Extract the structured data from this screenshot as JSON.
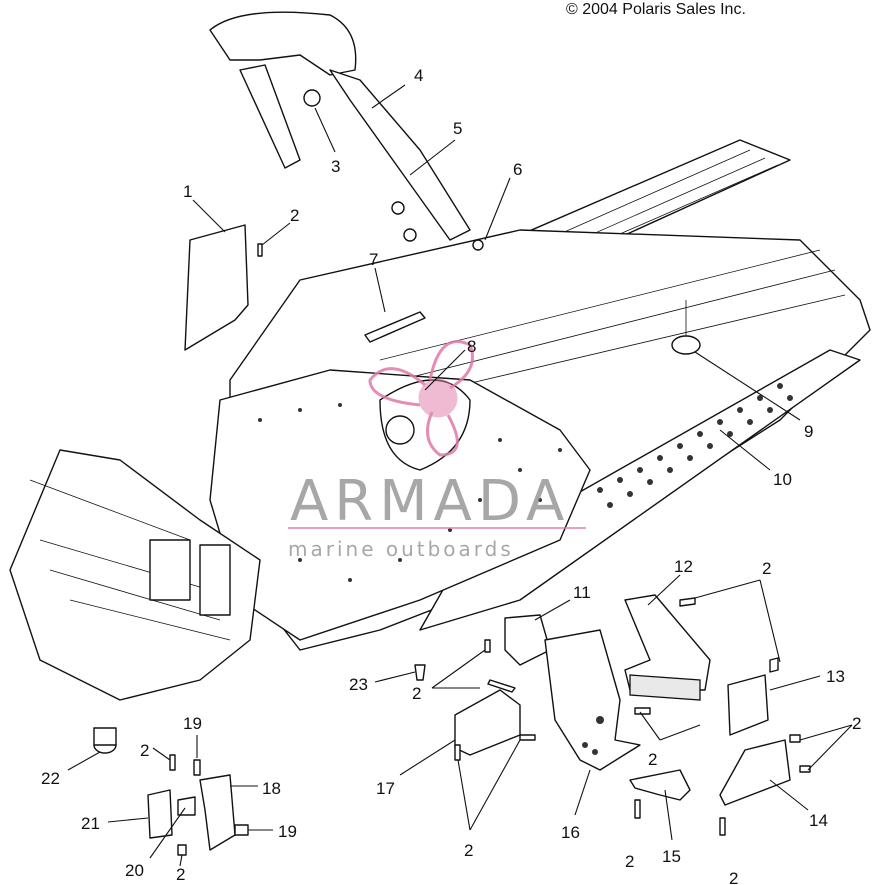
{
  "copyright": "© 2004 Polaris Sales Inc.",
  "watermark": {
    "brand": "ARMADA",
    "tagline": "marine outboards",
    "logo_color": "#e07aa8"
  },
  "callouts": {
    "c1": "1",
    "c2a": "2",
    "c3": "3",
    "c4": "4",
    "c5": "5",
    "c6": "6",
    "c7": "7",
    "c8": "8",
    "c9": "9",
    "c10": "10",
    "c11": "11",
    "c12": "12",
    "c2b": "2",
    "c13": "13",
    "c23": "23",
    "c2c": "2",
    "c2d": "2",
    "c17": "17",
    "c2e": "2",
    "c16": "16",
    "c2f": "2",
    "c15": "15",
    "c14": "14",
    "c2g": "2",
    "c2h": "2",
    "c19a": "19",
    "c2i": "2",
    "c18": "18",
    "c22": "22",
    "c21": "21",
    "c19b": "19",
    "c20": "20",
    "c2j": "2"
  }
}
